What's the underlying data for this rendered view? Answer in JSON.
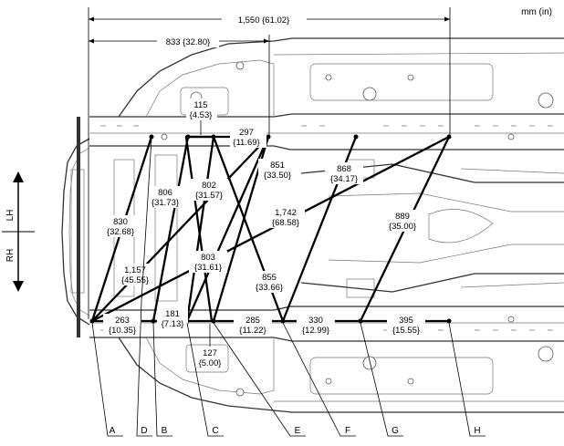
{
  "units_label": "mm (in)",
  "side_labels": {
    "left_hand": "LH",
    "right_hand": "RH"
  },
  "overall_dims": [
    {
      "id": "d1550",
      "label": "1,550 {61.02}"
    },
    {
      "id": "d833",
      "label": "833 {32.80}"
    }
  ],
  "dimensions": [
    {
      "id": "d115",
      "mm": "115",
      "inch": "{4.53}"
    },
    {
      "id": "d297",
      "mm": "297",
      "inch": "{11.69}"
    },
    {
      "id": "d830",
      "mm": "830",
      "inch": "{32.68}"
    },
    {
      "id": "d806",
      "mm": "806",
      "inch": "{31.73}"
    },
    {
      "id": "d802",
      "mm": "802",
      "inch": "{31.57}"
    },
    {
      "id": "d851",
      "mm": "851",
      "inch": "{33.50}"
    },
    {
      "id": "d868",
      "mm": "868",
      "inch": "{34.17}"
    },
    {
      "id": "d1742",
      "mm": "1,742",
      "inch": "{68.58}"
    },
    {
      "id": "d889",
      "mm": "889",
      "inch": "{35.00}"
    },
    {
      "id": "d1157",
      "mm": "1,157",
      "inch": "{45.55}"
    },
    {
      "id": "d803",
      "mm": "803",
      "inch": "{31.61}"
    },
    {
      "id": "d855",
      "mm": "855",
      "inch": "{33.66}"
    },
    {
      "id": "d263",
      "mm": "263",
      "inch": "{10.35}"
    },
    {
      "id": "d181",
      "mm": "181",
      "inch": "{7.13}"
    },
    {
      "id": "d127",
      "mm": "127",
      "inch": "{5.00}"
    },
    {
      "id": "d285",
      "mm": "285",
      "inch": "{11.22}"
    },
    {
      "id": "d330",
      "mm": "330",
      "inch": "{12.99}"
    },
    {
      "id": "d395",
      "mm": "395",
      "inch": "{15.55}"
    }
  ],
  "points": [
    "A",
    "B",
    "C",
    "D",
    "E",
    "F",
    "G",
    "H"
  ]
}
